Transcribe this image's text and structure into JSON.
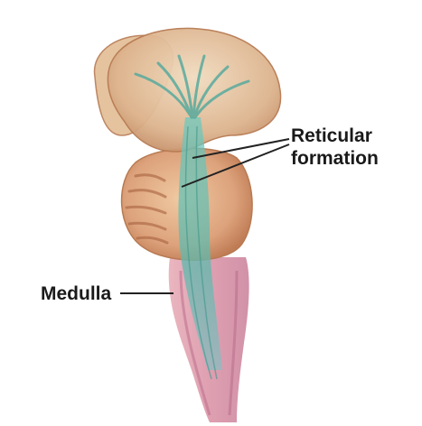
{
  "labels": {
    "reticular_line1": "Reticular",
    "reticular_line2": "formation",
    "medulla": "Medulla"
  },
  "colors": {
    "tissue": "#d9a77a",
    "tissue_dark": "#b77a52",
    "reticular": "#5fb9ad",
    "medulla_pink": "#d98fa3",
    "leader_line": "#222222"
  }
}
